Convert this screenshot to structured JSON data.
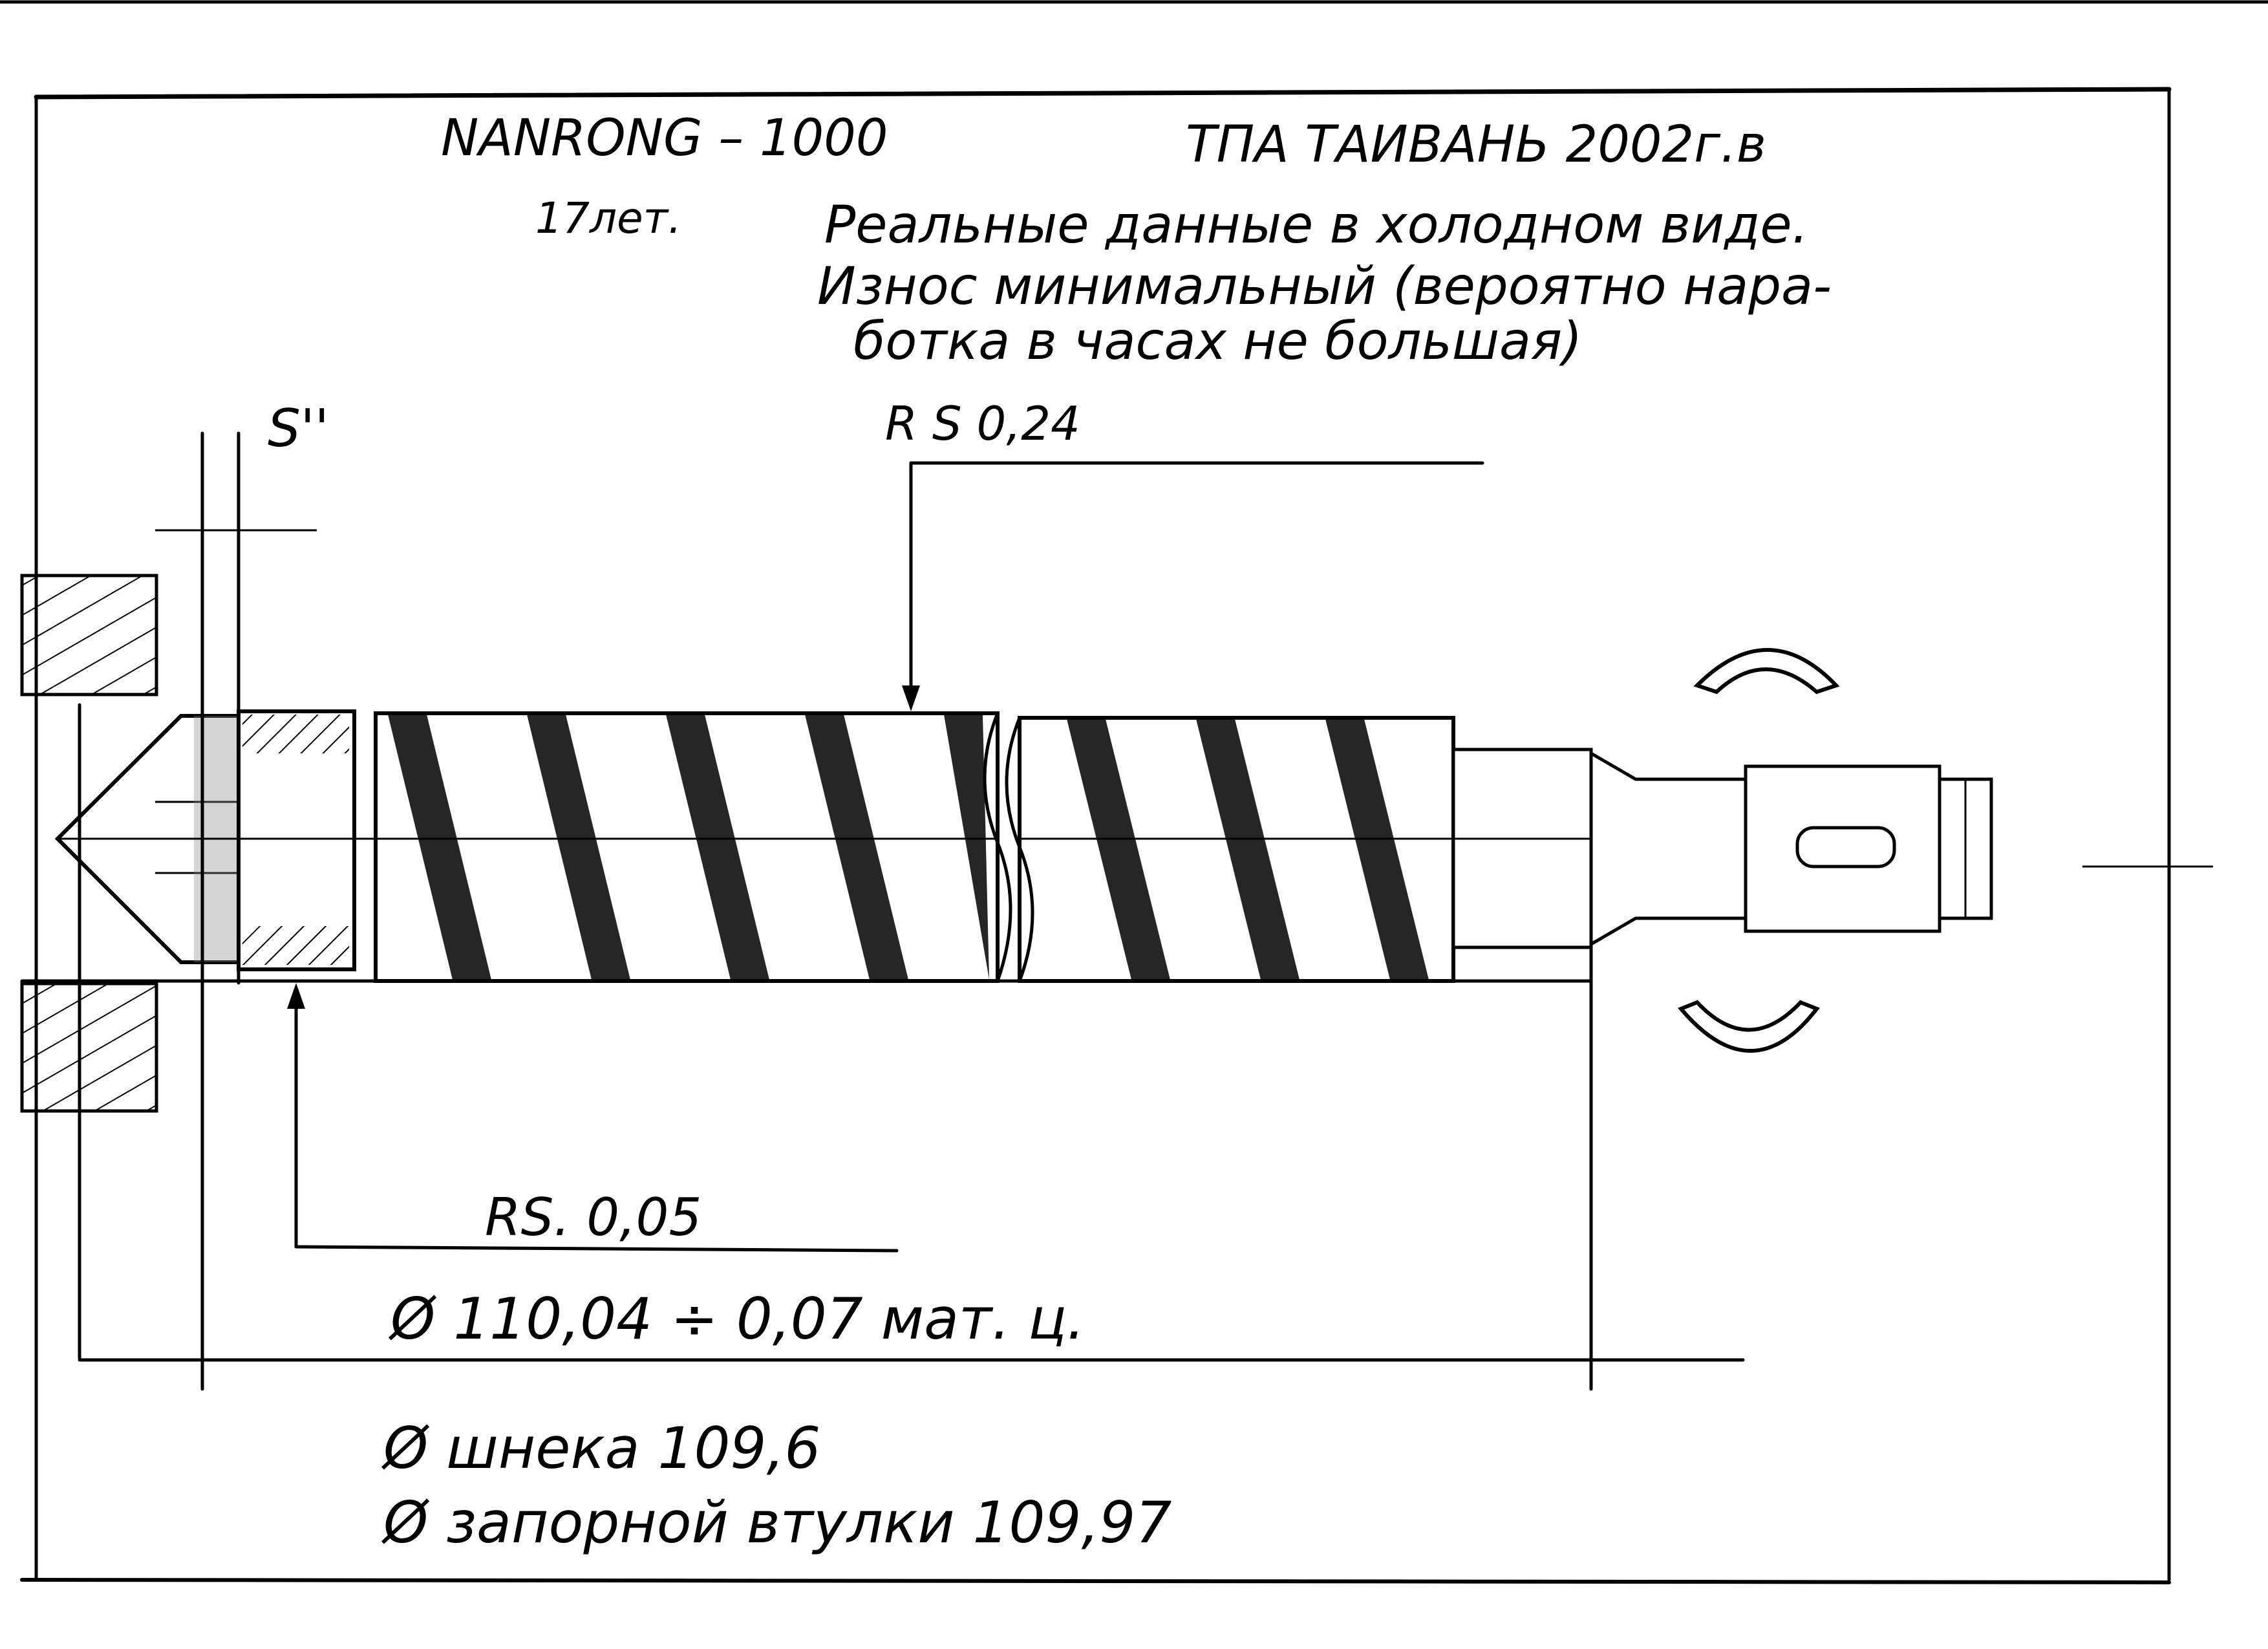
{
  "header": {
    "model": "NANRONG – 1000",
    "machine": "ТПА ТАИВАНЬ 2002г.в",
    "age": "17лет.",
    "note_line1": "Реальные данные в холодном виде.",
    "note_line2": "Износ минимальный (вероятно нара-",
    "note_line3": "ботка в часах не большая)"
  },
  "labels": {
    "s_mark": "S''",
    "rs_screw": "R S 0,24",
    "rs_ring": "RS. 0,05",
    "barrel_diameter": "Ø 110,04 ÷ 0,07 мат. ц.",
    "screw_diameter": "Ø шнека 109,6",
    "ring_diameter": "Ø запорной втулки 109,97"
  },
  "colors": {
    "ink": "#000000",
    "paper": "#ffffff"
  }
}
